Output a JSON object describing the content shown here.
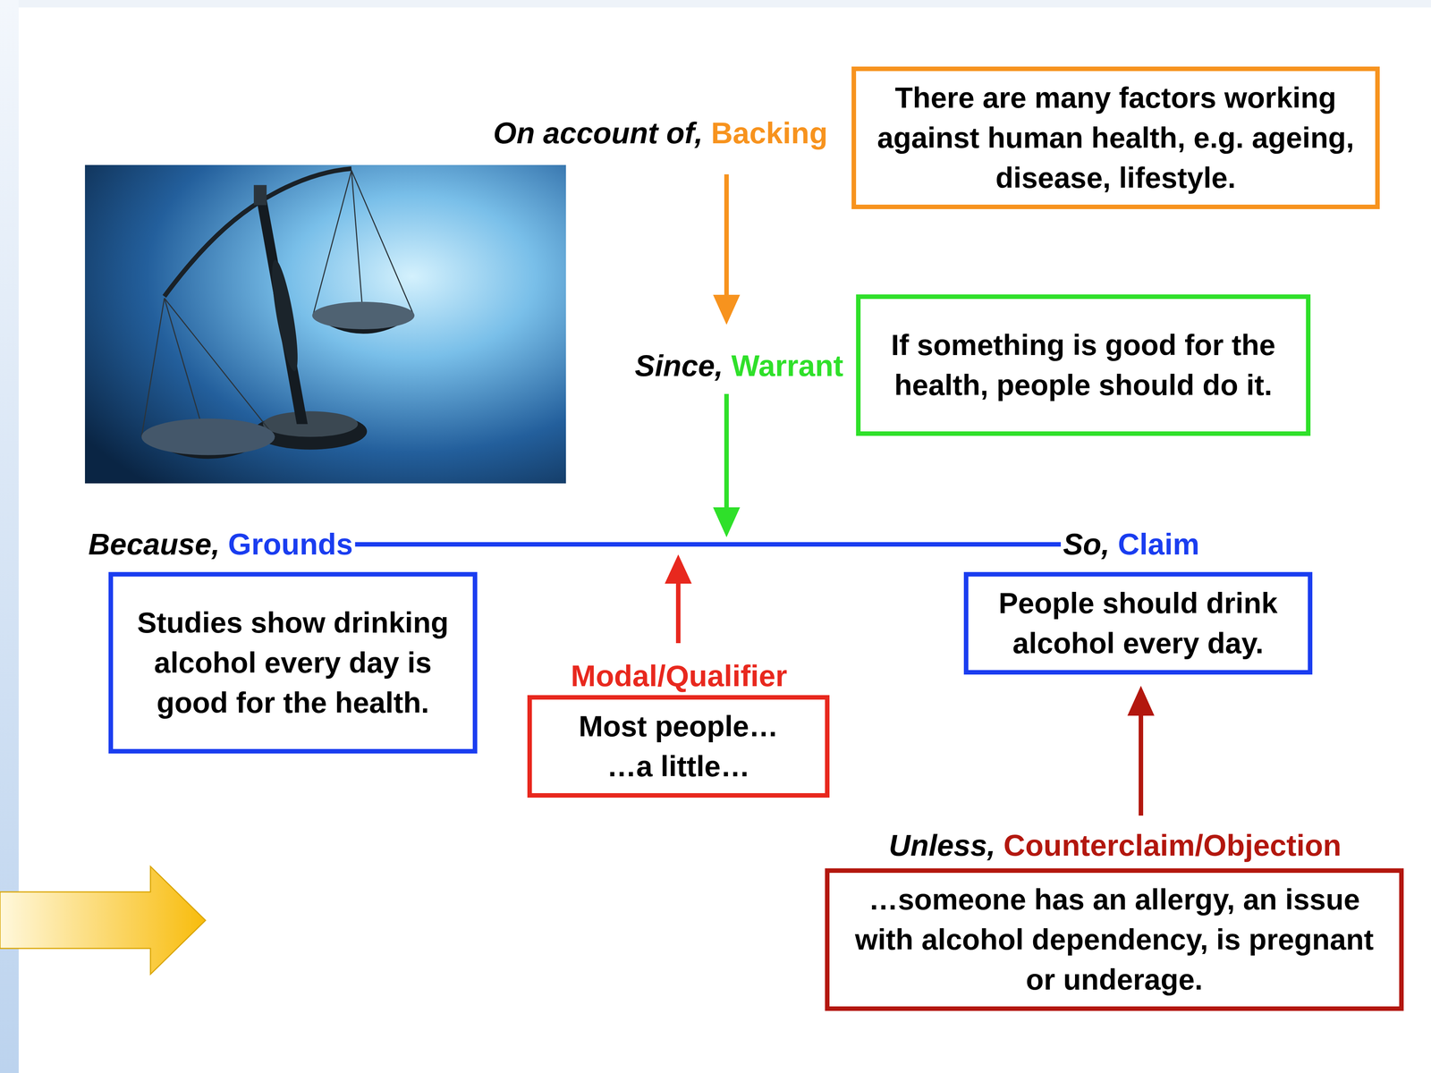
{
  "diagram": {
    "nodes": [
      {
        "text": [
          "On account of,",
          "Backing",
          "There are many factors working against human health, e.g. ageing, disease, lifestyle."
        ]
      },
      {
        "text": [
          "Since,",
          "Warrant",
          "If something is good for the health, people should do it."
        ]
      },
      {
        "text": [
          "Because,",
          "Grounds",
          "Studies show drinking alcohol every day is good for the health."
        ]
      },
      {
        "text": [
          "So,",
          "Claim",
          "People should drink alcohol every day."
        ]
      },
      {
        "text": [
          "Modal/Qualifier",
          "Most people…",
          "…a little…"
        ]
      },
      {
        "text": [
          "Unless,",
          "Counterclaim/Objection",
          "…someone has an allergy, an issue with alcohol dependency, is pregnant or underage."
        ]
      }
    ],
    "edges": [
      {
        "from": 0,
        "to": 1,
        "arrow": "to"
      },
      {
        "from": 2,
        "to": 3,
        "arrow": "none"
      },
      {
        "from": 5,
        "to": 3,
        "arrow": "to"
      }
    ]
  }
}
